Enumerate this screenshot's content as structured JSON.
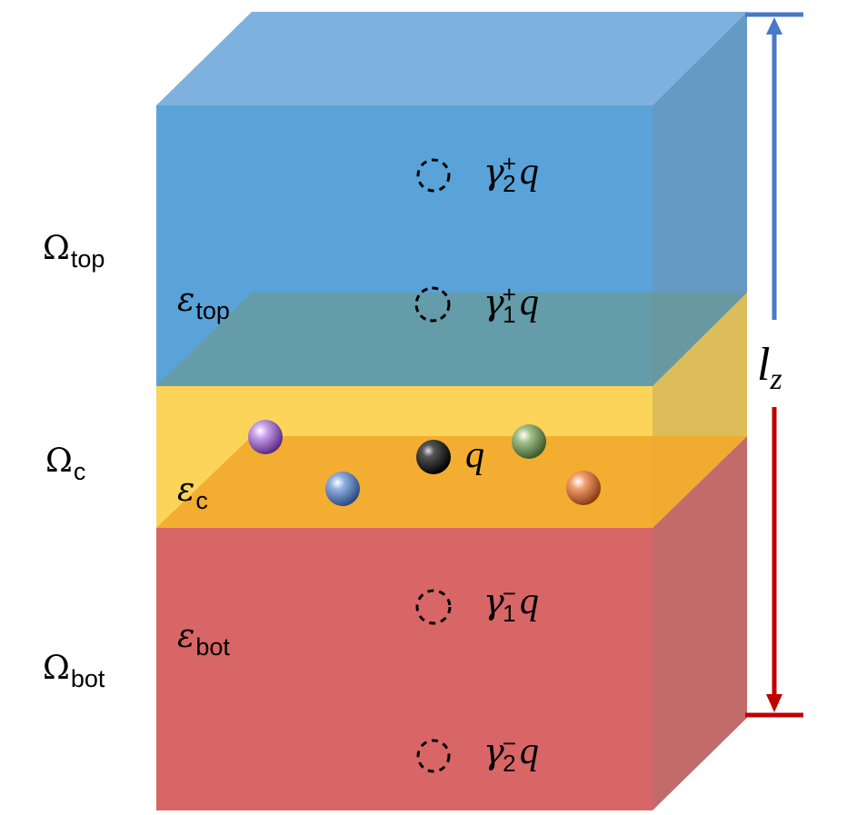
{
  "regions": {
    "top": {
      "omega_symbol": "Ω",
      "omega_sub": "top",
      "eps_symbol": "ε",
      "eps_sub": "top"
    },
    "core": {
      "omega_symbol": "Ω",
      "omega_sub": "c",
      "eps_symbol": "ε",
      "eps_sub": "c"
    },
    "bottom": {
      "omega_symbol": "Ω",
      "omega_sub": "bot",
      "eps_symbol": "ε",
      "eps_sub": "bot"
    }
  },
  "images": {
    "gamma_symbol": "γ",
    "charge": "q",
    "items": [
      {
        "index": "2",
        "sign": "+"
      },
      {
        "index": "1",
        "sign": "+"
      },
      {
        "index": "1",
        "sign": "−"
      },
      {
        "index": "2",
        "sign": "−"
      }
    ]
  },
  "source_charge": "q",
  "length": {
    "symbol": "l",
    "sub": "z"
  },
  "colors": {
    "top_front": "#5aa3d8",
    "top_top": "#7eb1de",
    "top_side": "#5b94bf",
    "core_front": "#fcd45a",
    "core_side": "#ddbc5a",
    "core_plane": "#f2a92c",
    "bottom_front": "#d96666",
    "bottom_side": "#c26b6b",
    "arrow_top": "#4a78c8",
    "arrow_bottom": "#c00000",
    "particle_purple": "#b07ad8",
    "particle_blue": "#6a8fcf",
    "particle_black": "#1a1a1a",
    "particle_green": "#7a9a5a",
    "particle_orange": "#e07a40"
  }
}
